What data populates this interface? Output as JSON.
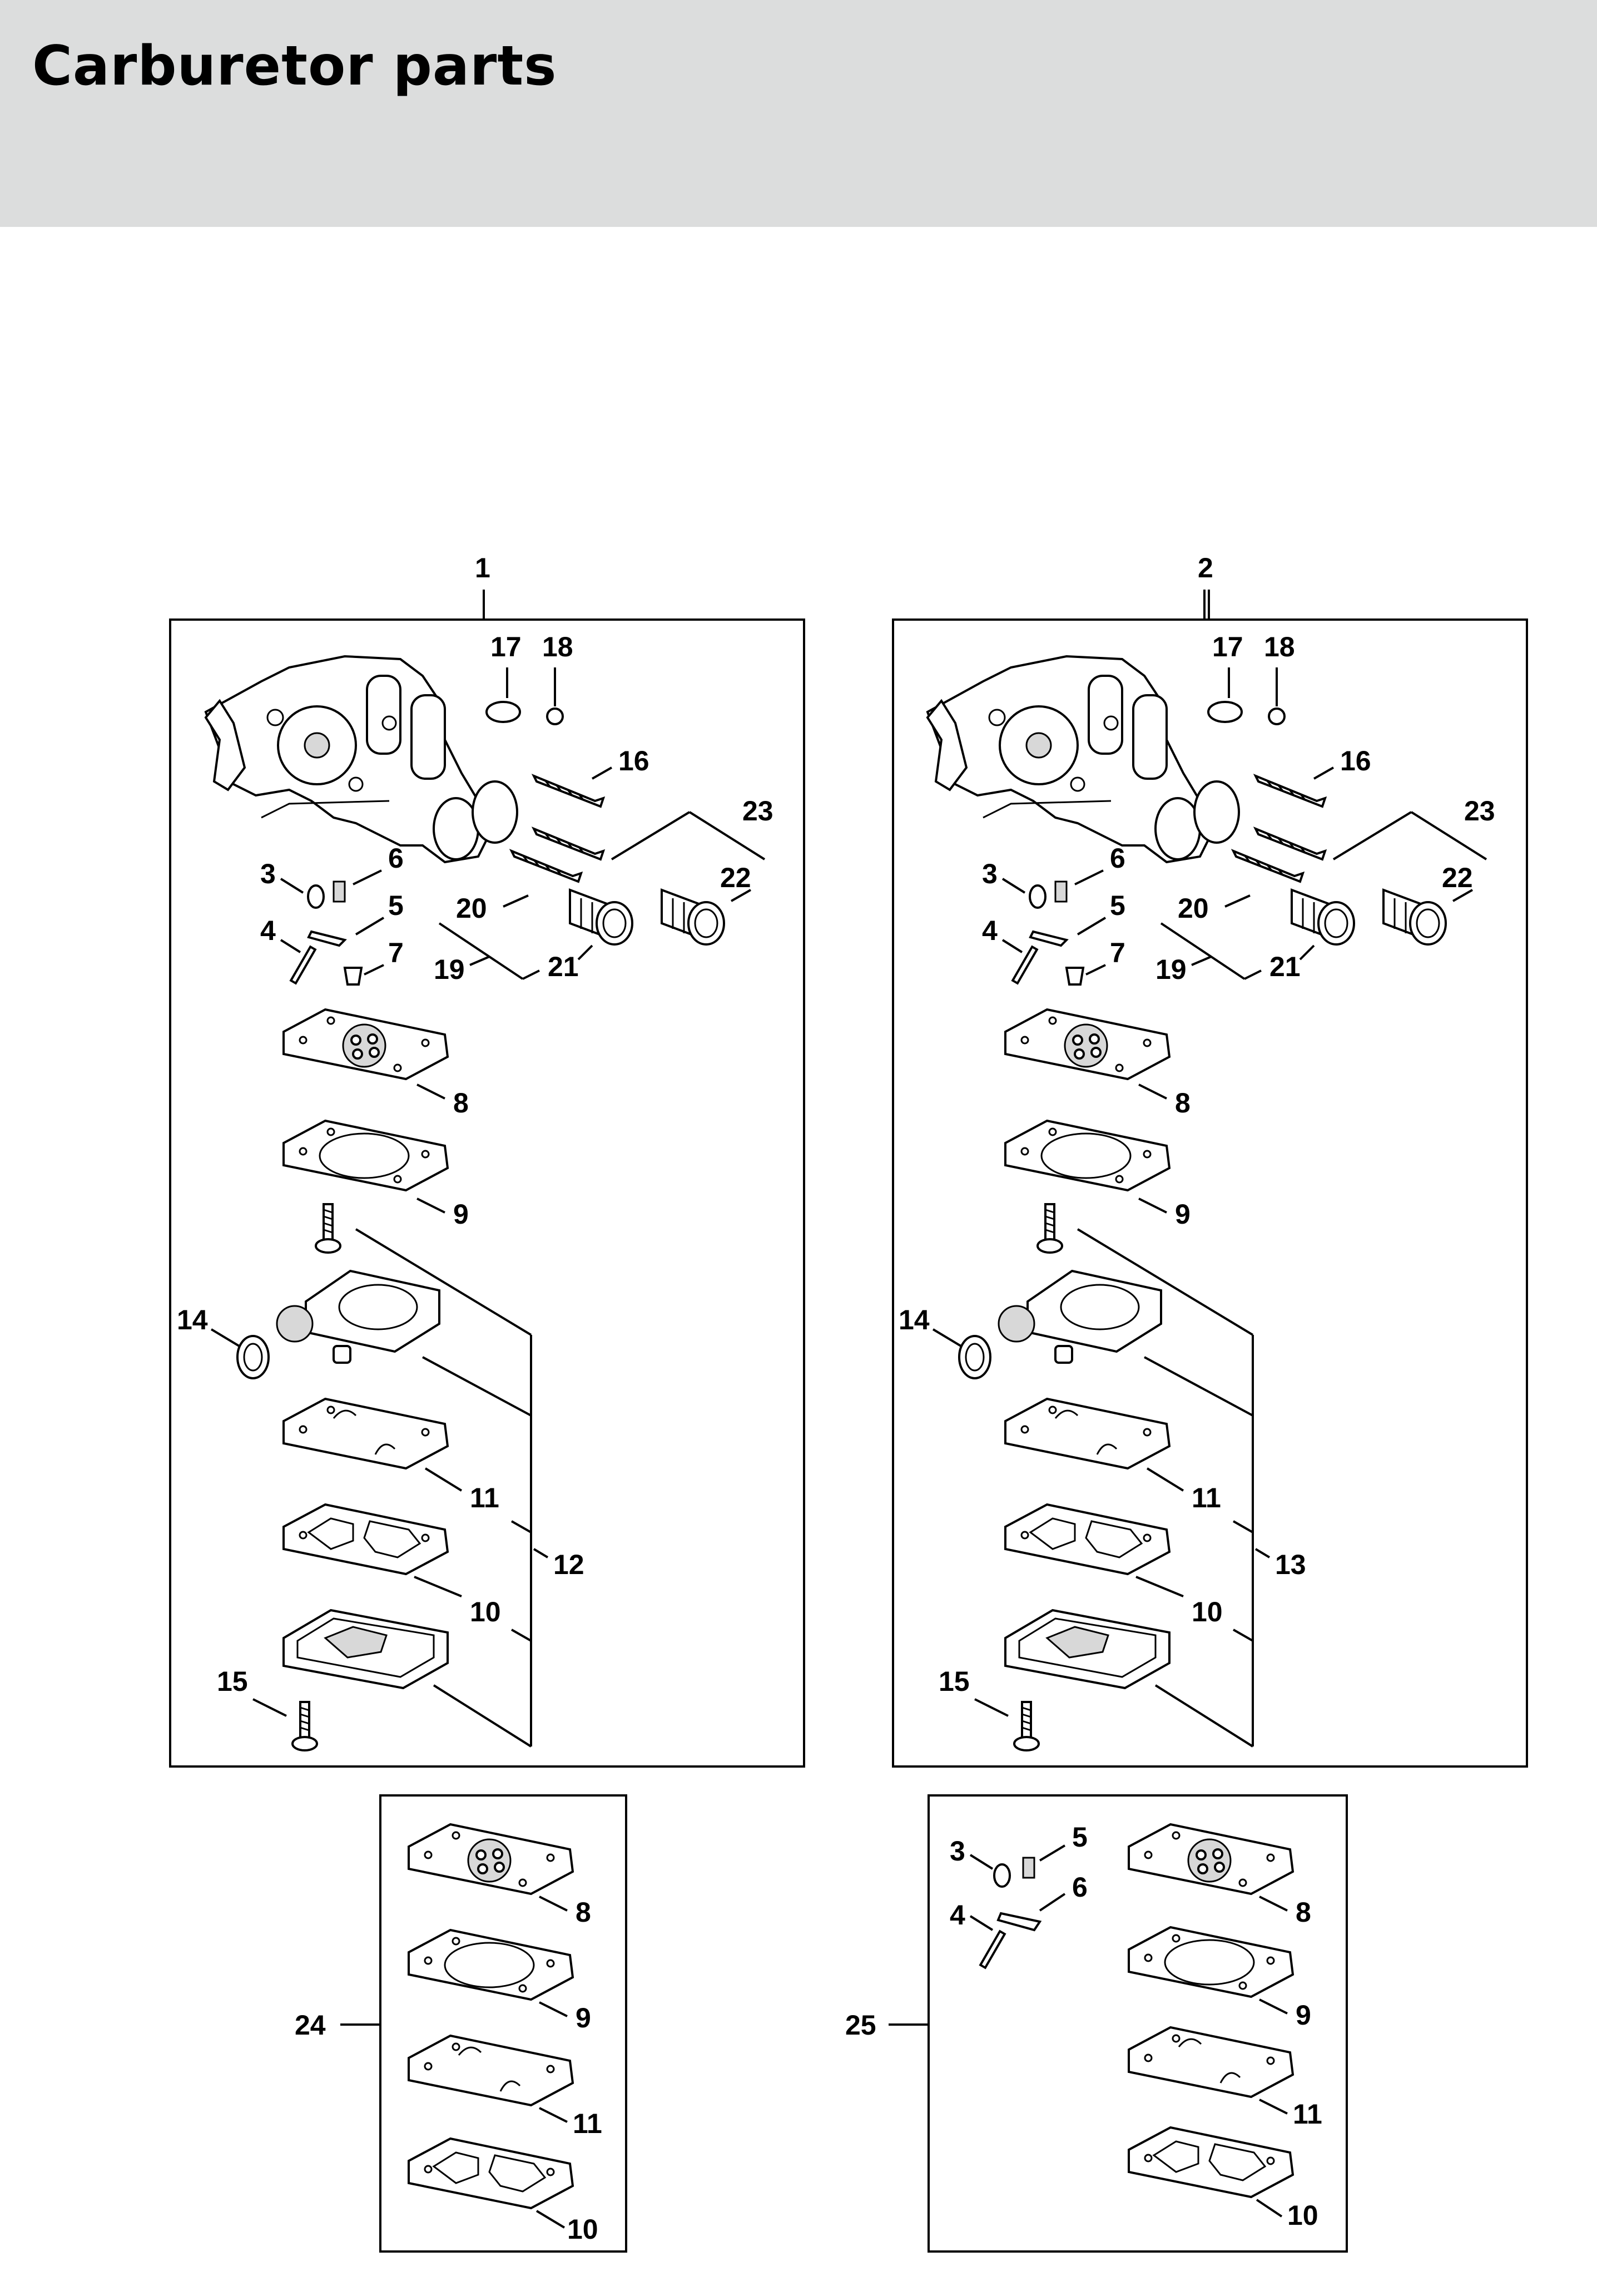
{
  "header": {
    "title": "Carburetor parts",
    "background": "#dcdddd"
  },
  "diagram": {
    "assemblies": [
      {
        "label": "1",
        "kit": "12"
      },
      {
        "label": "2",
        "kit": "13"
      }
    ],
    "callouts": [
      "3",
      "4",
      "5",
      "6",
      "7",
      "8",
      "9",
      "10",
      "11",
      "14",
      "15",
      "16",
      "17",
      "18",
      "19",
      "20",
      "21",
      "22",
      "23"
    ],
    "kit_24": {
      "label": "24",
      "parts": [
        "8",
        "9",
        "11",
        "10"
      ]
    },
    "kit_25": {
      "label": "25",
      "parts": [
        "3",
        "5",
        "4",
        "6",
        "8",
        "9",
        "11",
        "10"
      ]
    }
  }
}
